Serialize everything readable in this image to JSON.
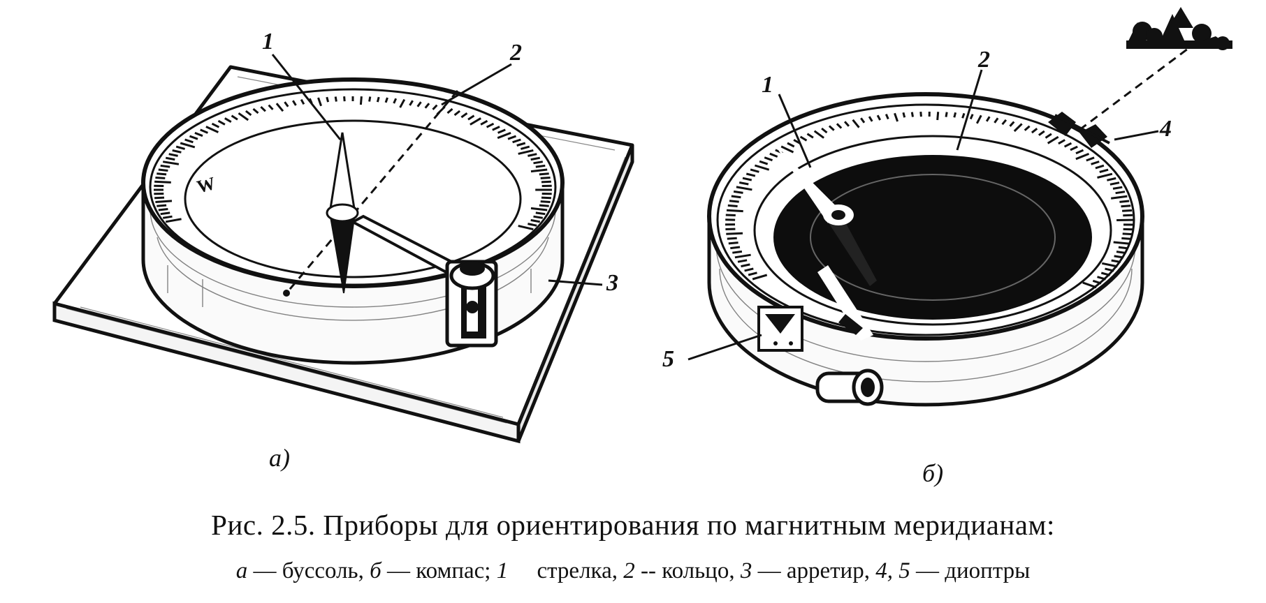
{
  "labels_a": {
    "n1": "1",
    "n2": "2",
    "n3": "3",
    "sub": "а)"
  },
  "labels_b": {
    "n1": "1",
    "n2": "2",
    "n4": "4",
    "n5": "5",
    "sub": "б)"
  },
  "dial": {
    "w": "W"
  },
  "caption": {
    "title": "Рис. 2.5. Приборы для ориентирования по магнитным меридианам:",
    "a": "а",
    "a_text": " — буссоль, ",
    "b": "б",
    "b_text": " — компас; ",
    "n1": "1",
    "t1": "     стрелка, ",
    "n2": "2",
    "t2": " -- кольцо, ",
    "n3": "3",
    "t3": " — арретир, ",
    "n45": "4, 5",
    "t45": " — диоптры"
  },
  "colors": {
    "ink": "#111111",
    "paper": "#ffffff",
    "face_dark": "#0d0d0d"
  }
}
